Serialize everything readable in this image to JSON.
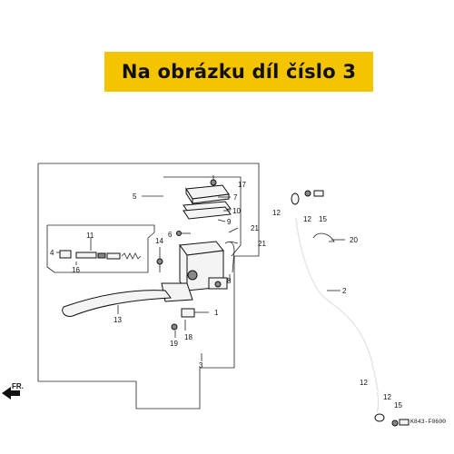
{
  "banner": {
    "text": "Na obrázku díl číslo 3",
    "color": "#f5c400"
  },
  "diagram": {
    "part_numbers": [
      "1",
      "2",
      "3",
      "4",
      "5",
      "6",
      "7",
      "8",
      "9",
      "10",
      "11",
      "12",
      "13",
      "14",
      "15",
      "16",
      "17",
      "18",
      "19",
      "20",
      "21"
    ],
    "labels": {
      "p1": "1",
      "p2": "2",
      "p3": "3",
      "p4": "4",
      "p5": "5",
      "p6": "6",
      "p7": "7",
      "p8": "8",
      "p9": "9",
      "p10": "10",
      "p11": "11",
      "p12a": "12",
      "p12b": "12",
      "p12c": "12",
      "p12d": "12",
      "p13": "13",
      "p14": "14",
      "p15a": "15",
      "p15b": "15",
      "p16": "16",
      "p17": "17",
      "p18": "18",
      "p19": "19",
      "p20": "20",
      "p21a": "21",
      "p21b": "21"
    },
    "direction_label": "FR.",
    "drawing_code": "K843-F0600"
  }
}
